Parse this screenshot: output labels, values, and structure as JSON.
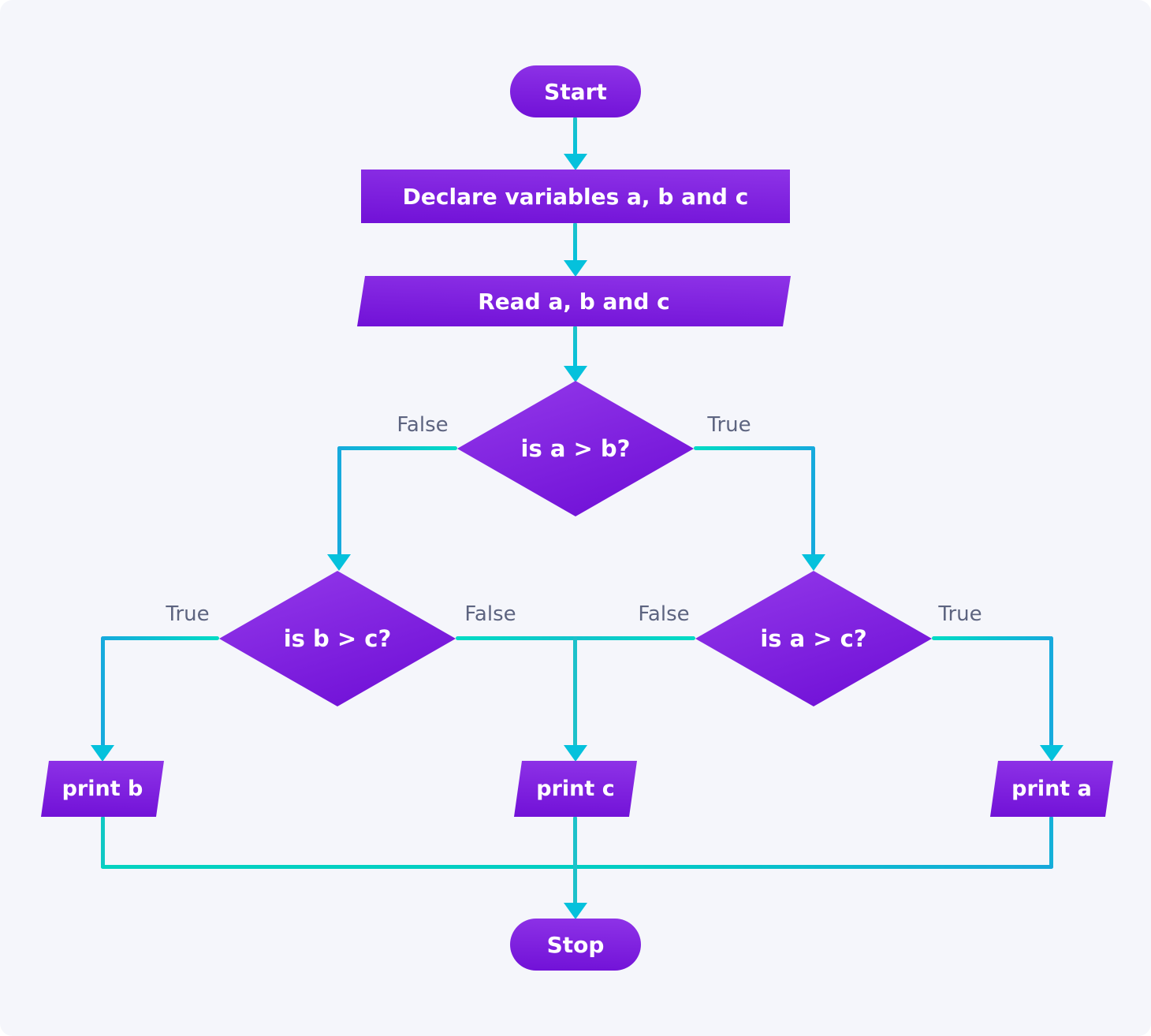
{
  "nodes": {
    "start": "Start",
    "declare": "Declare variables a, b and c",
    "read": "Read a, b and c",
    "decision1": "is a > b?",
    "decision2": "is b > c?",
    "decision3": "is a > c?",
    "print_b": "print b",
    "print_c": "print c",
    "print_a": "print a",
    "stop": "Stop"
  },
  "edge_labels": {
    "d1_false": "False",
    "d1_true": "True",
    "d2_true": "True",
    "d2_false": "False",
    "d3_false": "False",
    "d3_true": "True"
  },
  "colors": {
    "background": "#f5f6fb",
    "node_purple_light": "#8e33e7",
    "node_purple_dark": "#7111d7",
    "connector_teal": "#1dc1ca",
    "connector_mint": "#00dcc4",
    "connector_blue": "#16aadd",
    "arrowhead_cyan": "#05c1dc",
    "edge_label_gray": "#5d6480",
    "node_text_white": "#ffffff"
  }
}
